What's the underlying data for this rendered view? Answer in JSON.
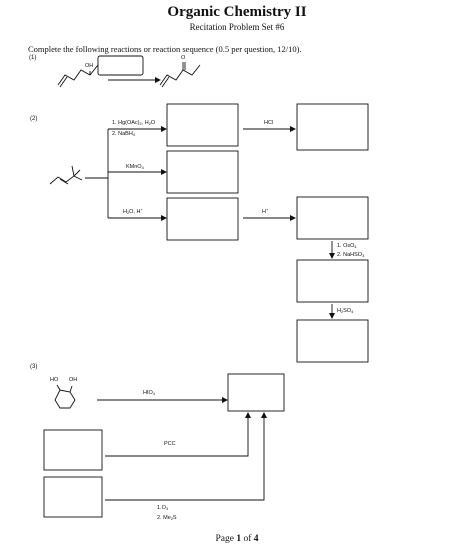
{
  "header": {
    "title": "Organic Chemistry II",
    "subtitle": "Recitation Problem Set #6"
  },
  "instructions": "Complete the following reactions or reaction sequence (0.5 per question, 12/10).",
  "problems": [
    {
      "number": "(1)",
      "labels": {
        "oh": "OH",
        "o": "O"
      }
    },
    {
      "number": "(2)",
      "reagents": {
        "oxymercuration_1_prefix": "1. Hg(OAc)",
        "oxymercuration_1_sub": "2",
        "oxymercuration_1_suffix": ", H",
        "oxymercuration_1_sub2": "2",
        "oxymercuration_1_end": "O",
        "oxymercuration_2_prefix": "2. NaBH",
        "oxymercuration_2_sub": "4",
        "hcl": "HCl",
        "kmno4_prefix": "KMnO",
        "kmno4_sub": "4",
        "hydration_prefix": "H",
        "hydration_sub": "2",
        "hydration_mid": "O, H",
        "hydration_sup": "+",
        "acid_prefix": "H",
        "acid_sup": "+",
        "oso4_1_prefix": "1. OsO",
        "oso4_1_sub": "4",
        "oso4_2_prefix": "2. NaHSO",
        "oso4_2_sub": "3",
        "h2so4_prefix": "H",
        "h2so4_sub": "2",
        "h2so4_mid": "SO",
        "h2so4_sub2": "4"
      }
    },
    {
      "number": "(3)",
      "labels": {
        "ho": "HO",
        "oh": "OH"
      },
      "reagents": {
        "hio4_prefix": "HIO",
        "hio4_sub": "4",
        "pcc": "PCC",
        "ozone_1_prefix": "1.O",
        "ozone_1_sub": "3",
        "ozone_2_prefix": "2. Me",
        "ozone_2_sub": "2",
        "ozone_2_end": "S"
      }
    }
  ],
  "footer": {
    "page_prefix": "Page ",
    "page_current": "1",
    "page_mid": " of ",
    "page_total": "4"
  }
}
